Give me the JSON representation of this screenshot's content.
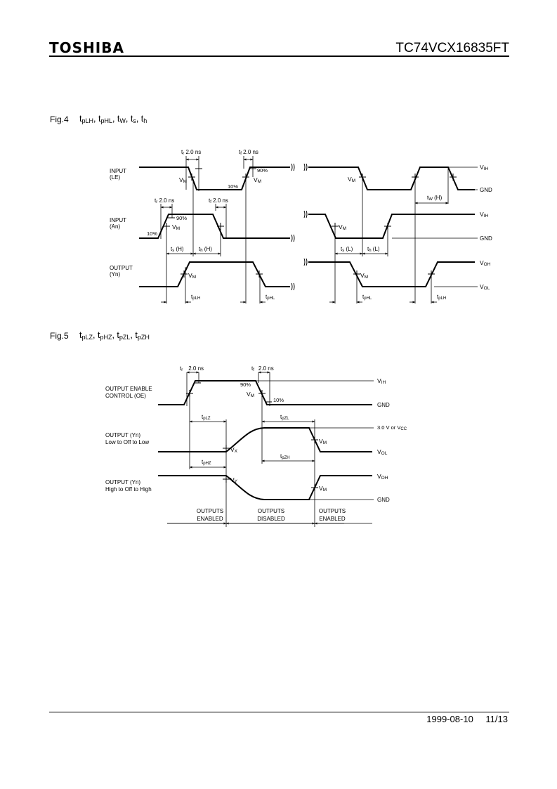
{
  "header": {
    "logo": "TOSHIBA",
    "part_number": "TC74VCX16835FT"
  },
  "footer": {
    "date": "1999-08-10",
    "page": "11/13"
  },
  "fig4": {
    "label": "Fig.4",
    "symbols": [
      {
        "t": "t",
        "s": "pLH",
        "sep": ", "
      },
      {
        "t": "t",
        "s": "pHL",
        "sep": ", "
      },
      {
        "t": "t",
        "s": "W",
        "sep": ", "
      },
      {
        "t": "t",
        "s": "s",
        "sep": ", "
      },
      {
        "t": "t",
        "s": "h",
        "sep": ""
      }
    ],
    "signals": {
      "input_le": [
        "INPUT",
        "(LE)"
      ],
      "input_an": [
        "INPUT",
        "(An)"
      ],
      "output_yn": [
        "OUTPUT",
        "(Yn)"
      ]
    },
    "rails": {
      "vih": [
        "V",
        "IH"
      ],
      "gnd": "GND",
      "voh": [
        "V",
        "OH"
      ],
      "vol": [
        "V",
        "OL"
      ]
    },
    "vm": [
      "V",
      "M"
    ],
    "pct90": "90%",
    "pct10": "10%",
    "tr": [
      "t",
      "r",
      "2.0 ns"
    ],
    "tf": [
      "t",
      "f",
      "2.0 ns"
    ],
    "ts_h": [
      "t",
      "s",
      " (H)"
    ],
    "th_h": [
      "t",
      "h",
      " (H)"
    ],
    "ts_l": [
      "t",
      "s",
      " (L)"
    ],
    "th_l": [
      "t",
      "h",
      " (L)"
    ],
    "tw_h": [
      "t",
      "W",
      " (H)"
    ],
    "tplh": [
      "t",
      "pLH"
    ],
    "tphl": [
      "t",
      "pHL"
    ]
  },
  "fig5": {
    "label": "Fig.5",
    "symbols": [
      {
        "t": "t",
        "s": "pLZ",
        "sep": ", "
      },
      {
        "t": "t",
        "s": "pHZ",
        "sep": ", "
      },
      {
        "t": "t",
        "s": "pZL",
        "sep": ", "
      },
      {
        "t": "t",
        "s": "pZH",
        "sep": ""
      }
    ],
    "signals": {
      "oe": [
        "OUTPUT ENABLE",
        "CONTROL (OE)"
      ],
      "low_off_low": [
        "OUTPUT (Yn)",
        "Low to Off to Low"
      ],
      "high_off_high": [
        "OUTPUT (Yn)",
        "High to Off to High"
      ]
    },
    "rails": {
      "vih": [
        "V",
        "IH"
      ],
      "gnd": "GND",
      "vcc": "3.0 V  or  V",
      "vcc_sub": "CC",
      "vol": [
        "V",
        "OL"
      ],
      "voh": [
        "V",
        "OH"
      ]
    },
    "vm": [
      "V",
      "M"
    ],
    "vx": [
      "V",
      "X"
    ],
    "vy": [
      "V",
      "Y"
    ],
    "pct90": "90%",
    "pct10": "10%",
    "tr": [
      "t",
      "r",
      "2.0 ns"
    ],
    "tf": [
      "t",
      "f",
      "2.0 ns"
    ],
    "tplz": [
      "t",
      "pLZ"
    ],
    "tphz": [
      "t",
      "pHZ"
    ],
    "tpzl": [
      "t",
      "pZL"
    ],
    "tpzh": [
      "t",
      "pZH"
    ],
    "regions": [
      [
        "OUTPUTS",
        "ENABLED"
      ],
      [
        "OUTPUTS",
        "DISABLED"
      ],
      [
        "OUTPUTS",
        "ENABLED"
      ]
    ]
  }
}
